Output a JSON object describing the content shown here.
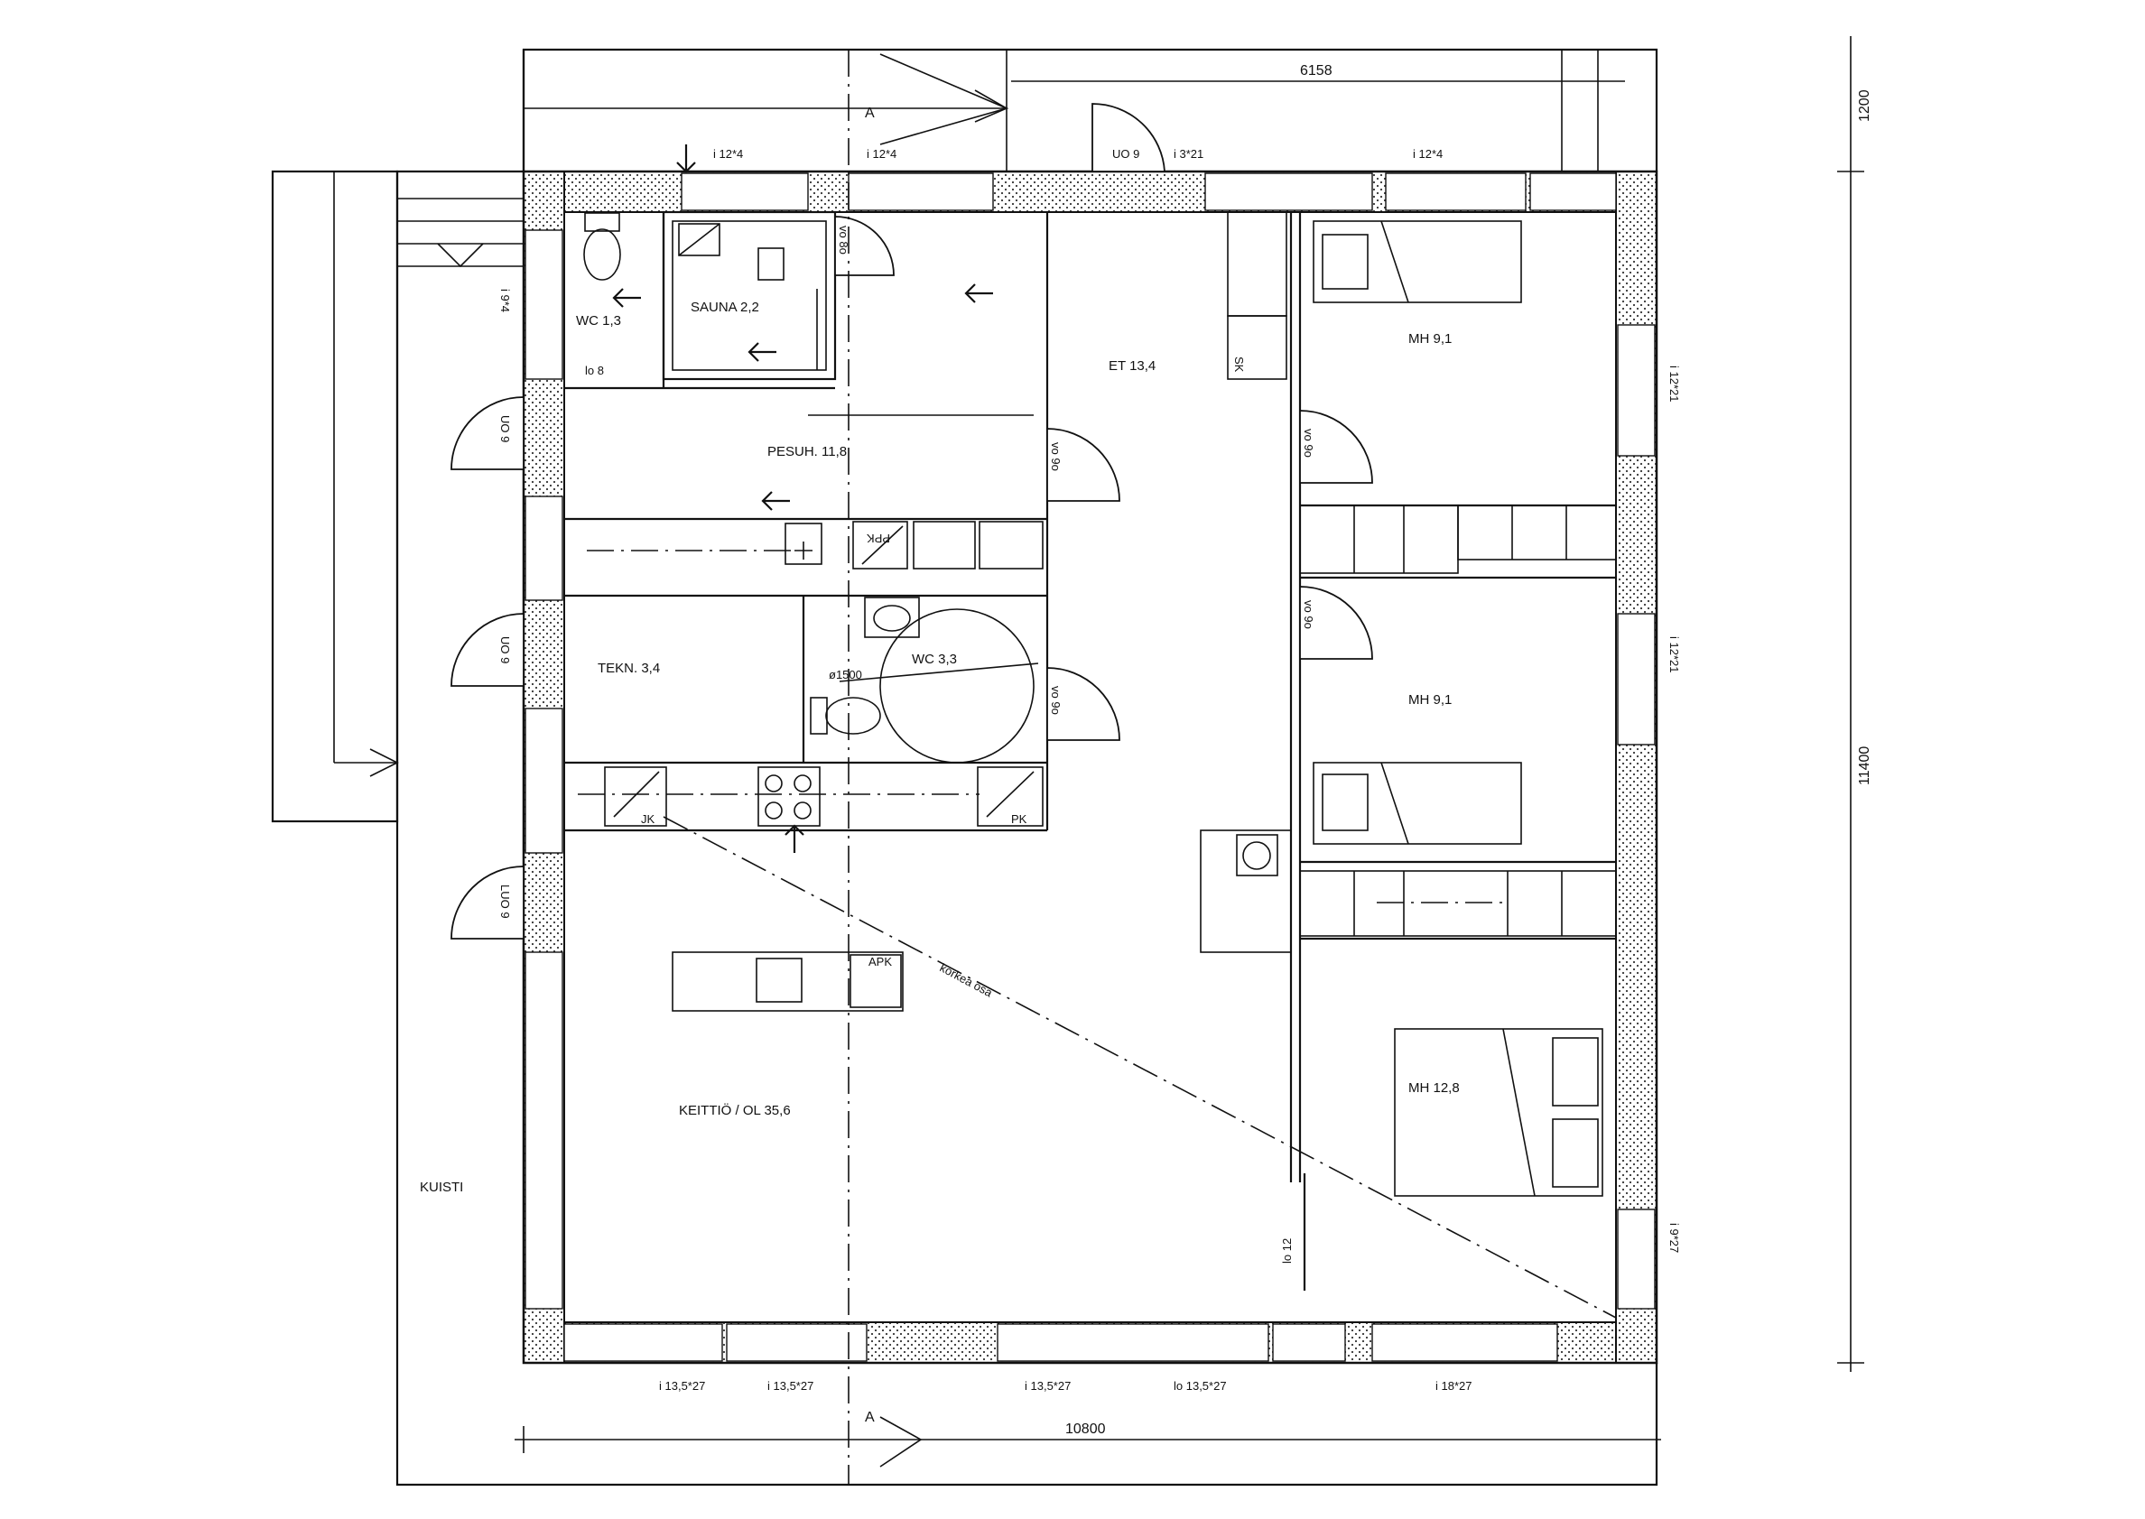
{
  "rooms": {
    "wc1": "WC 1,3",
    "sauna": "SAUNA 2,2",
    "pesuh": "PESUH. 11,8",
    "et": "ET 13,4",
    "mh1": "MH 9,1",
    "mh2": "MH 9,1",
    "mh3": "MH 12,8",
    "tekn": "TEKN. 3,4",
    "wc2": "WC 3,3",
    "keittio": "KEITTIÖ / OL 35,6",
    "kuisti": "KUISTI"
  },
  "doors": {
    "lo8": "lo 8",
    "uo9_top": "UO 9",
    "uo9_left1": "UO 9",
    "uo9_left2": "UO 9",
    "luo9": "LUO 9",
    "vo8": "vo 8o",
    "vo9_pesuh": "vo 9o",
    "vo9_mh1": "vo 9o",
    "vo9_mh2": "vo 9o",
    "vo9_wc": "vo 9o",
    "lo12": "lo 12"
  },
  "windows": {
    "top1": "i 12*4",
    "top2": "i 12*4",
    "top3": "i 3*21",
    "top4": "i 12*4",
    "left1": "i 9*4",
    "right1": "i 12*21",
    "right2": "i 12*21",
    "right3": "i 9*27",
    "bottom1": "i 13,5*27",
    "bottom2": "i 13,5*27",
    "bottom3": "i 13,5*27",
    "bottom4": "lo 13,5*27",
    "bottom5": "i 18*27"
  },
  "dimensions": {
    "top_width": "6158",
    "top_depth": "1200",
    "total_height": "11400",
    "total_width": "10800"
  },
  "fixtures": {
    "ppk": "PPK",
    "pk": "PK",
    "jk": "JK",
    "apk": "APK",
    "sk": "SK",
    "diameter": "ø1500",
    "high_part": "korkea osa"
  },
  "section_marks": {
    "top": "A",
    "bottom": "A"
  }
}
